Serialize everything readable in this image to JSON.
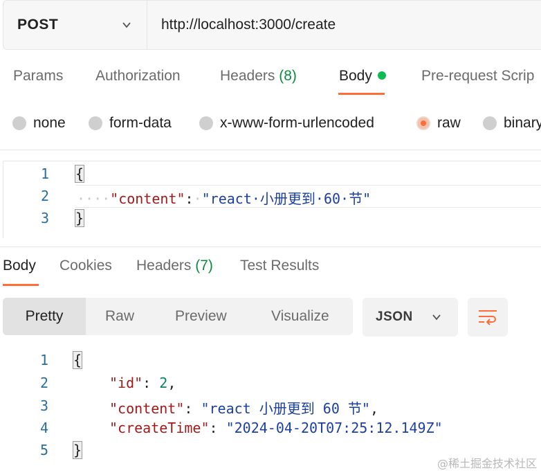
{
  "request": {
    "method": "POST",
    "url": "http://localhost:3000/create"
  },
  "request_tabs": [
    {
      "label": "Params"
    },
    {
      "label": "Authorization"
    },
    {
      "label": "Headers",
      "count": "(8)"
    },
    {
      "label": "Body",
      "active": true
    },
    {
      "label": "Pre-request Scrip"
    }
  ],
  "body_types": [
    {
      "label": "none"
    },
    {
      "label": "form-data"
    },
    {
      "label": "x-www-form-urlencoded"
    },
    {
      "label": "raw",
      "checked": true
    },
    {
      "label": "binary"
    }
  ],
  "request_body": {
    "line_numbers": [
      "1",
      "2",
      "3"
    ],
    "open_brace": "{",
    "indent": "····",
    "key": "\"content\"",
    "colon": ":",
    "space": "·",
    "value": "\"react·小册更到·60·节\"",
    "close_brace": "}"
  },
  "response_tabs": [
    {
      "label": "Body",
      "active": true
    },
    {
      "label": "Cookies"
    },
    {
      "label": "Headers",
      "count": "(7)"
    },
    {
      "label": "Test Results"
    }
  ],
  "view_modes": [
    "Pretty",
    "Raw",
    "Preview",
    "Visualize"
  ],
  "format_select": "JSON",
  "response_body": {
    "line_numbers": [
      "1",
      "2",
      "3",
      "4",
      "5"
    ],
    "open_brace": "{",
    "close_brace": "}",
    "id_key": "\"id\"",
    "id_value": "2",
    "content_key": "\"content\"",
    "content_value": "\"react 小册更到 60 节\"",
    "createTime_key": "\"createTime\"",
    "createTime_value": "\"2024-04-20T07:25:12.149Z\""
  },
  "watermark": "@稀土掘金技术社区",
  "colors": {
    "accent": "#ff6c37",
    "active_dot": "#0cbb52",
    "count_green": "#0b8a3e",
    "json_key": "#a01a1a",
    "json_string": "#1a3fa0",
    "line_number": "#2a6d9c"
  }
}
